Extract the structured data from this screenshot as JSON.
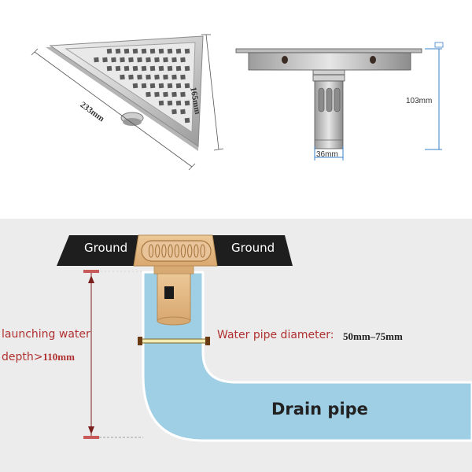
{
  "top_left": {
    "height_dim": "165mm",
    "diag_dim": "233mm"
  },
  "top_right": {
    "height_dim": "103mm",
    "width_dim": "36mm"
  },
  "bottom": {
    "ground_left": "Ground",
    "ground_right": "Ground",
    "depth_line1": "launching water",
    "depth_line2_prefix": "depth>",
    "depth_line2_value": "110mm",
    "pipe_dia_label": "Water pipe diameter:",
    "pipe_dia_value": "50mm–75mm",
    "drain_label": "Drain pipe"
  },
  "colors": {
    "panel_bg": "#ececec",
    "pipe_fill": "#9fcfe4",
    "pipe_outline": "#ffffff",
    "ground_fill": "#1e1e1e",
    "grate_fill": "#e2b886",
    "label_red": "#b03030",
    "dim_blue": "#3a7fc8"
  }
}
